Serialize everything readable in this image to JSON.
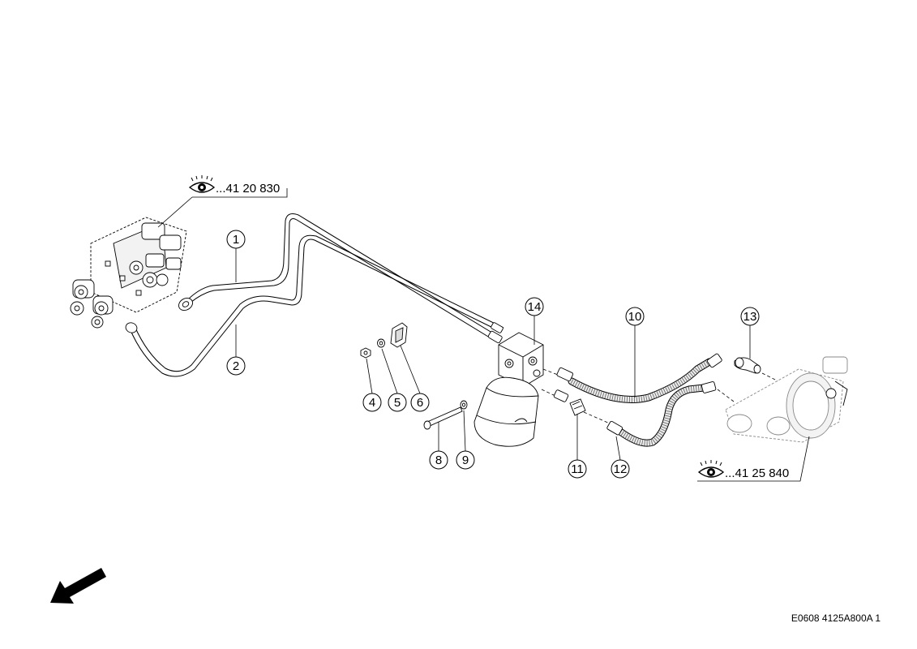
{
  "references": {
    "top": "...41 20 830",
    "bottom": "...41 25 840"
  },
  "callouts": [
    "1",
    "2",
    "4",
    "5",
    "6",
    "8",
    "9",
    "10",
    "11",
    "12",
    "13",
    "14"
  ],
  "drawing_code": "E0608 4125A800A 1",
  "icons": {
    "reference": "eye-icon",
    "orientation": "direction-arrow-icon"
  }
}
